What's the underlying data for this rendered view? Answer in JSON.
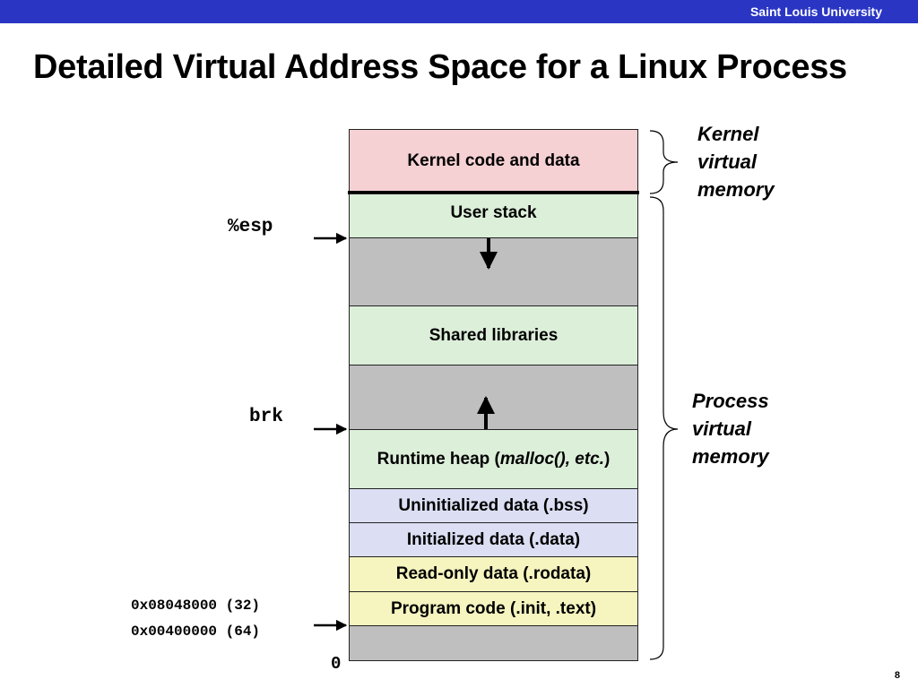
{
  "header": {
    "university": "Saint Louis University"
  },
  "title": "Detailed Virtual Address Space for a Linux Process",
  "segments": {
    "kernel": "Kernel code and data",
    "user_stack": "User stack",
    "shared_libraries": "Shared libraries",
    "heap_prefix": "Runtime heap (",
    "heap_italic": "malloc(), etc.",
    "heap_suffix": ")",
    "bss": "Uninitialized data (.bss)",
    "data": "Initialized data (.data)",
    "rodata": "Read-only data (.rodata)",
    "text": "Program code (.init, .text)"
  },
  "pointers": {
    "esp": "%esp",
    "brk": "brk",
    "addr32": "0x08048000 (32)",
    "addr64": "0x00400000 (64)",
    "zero": "0"
  },
  "brace_labels": {
    "kernel": [
      "Kernel",
      "virtual",
      "memory"
    ],
    "process": [
      "Process",
      "virtual",
      "memory"
    ]
  },
  "page_number": "8",
  "colors": {
    "header_bar": "#2a35c4",
    "kernel": "#f6d1d3",
    "user_region": "#dcefd9",
    "unused": "#bfbfbf",
    "data_region": "#dcdff3",
    "code_region": "#f6f4bf"
  }
}
